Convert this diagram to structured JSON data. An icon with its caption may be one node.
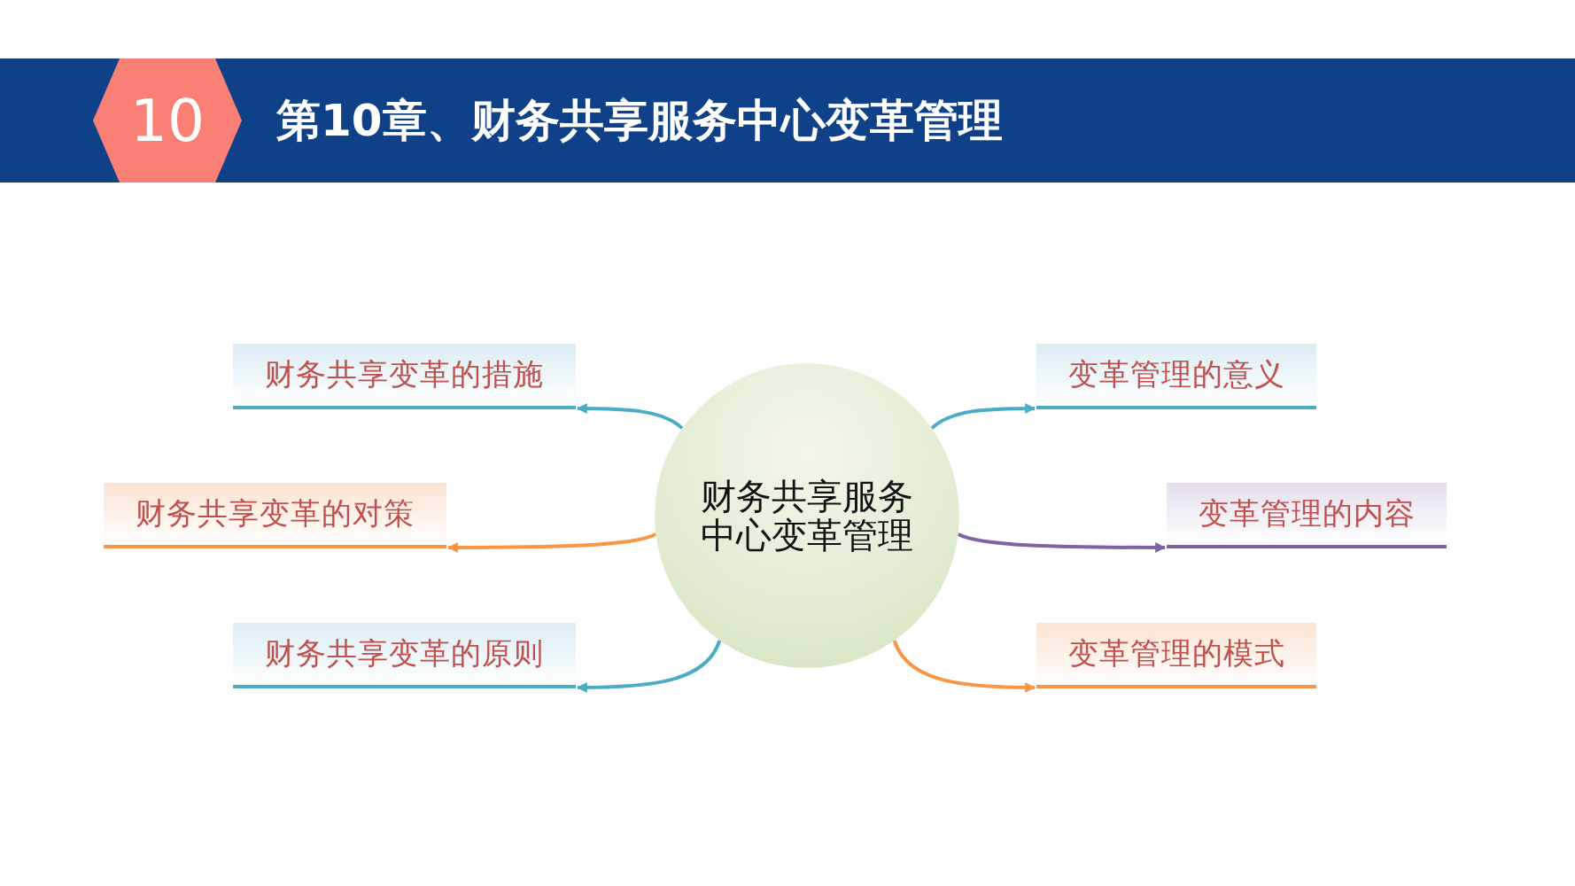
{
  "diagram": {
    "title": "第10章、财务共享服务中心变革管理",
    "nodes": [
      {
        "text": [
          "10"
        ]
      },
      {
        "text": [
          "财务共享服务中心变革管理"
        ]
      },
      {
        "text": [
          "财务共享变革的措施"
        ]
      },
      {
        "text": [
          "财务共享变革的对策"
        ]
      },
      {
        "text": [
          "财务共享变革的原则"
        ]
      },
      {
        "text": [
          "变革管理的意义"
        ]
      },
      {
        "text": [
          "变革管理的内容"
        ]
      },
      {
        "text": [
          "变革管理的模式"
        ]
      }
    ],
    "edges": [
      {
        "from": 1,
        "to": 2,
        "arrow": "to",
        "color": "#4bacc6"
      },
      {
        "from": 1,
        "to": 3,
        "arrow": "to",
        "color": "#f79646"
      },
      {
        "from": 1,
        "to": 4,
        "arrow": "to",
        "color": "#4bacc6"
      },
      {
        "from": 1,
        "to": 5,
        "arrow": "to",
        "color": "#4bacc6"
      },
      {
        "from": 1,
        "to": 6,
        "arrow": "to",
        "color": "#8064a2"
      },
      {
        "from": 1,
        "to": 7,
        "arrow": "to",
        "color": "#f79646"
      }
    ]
  }
}
